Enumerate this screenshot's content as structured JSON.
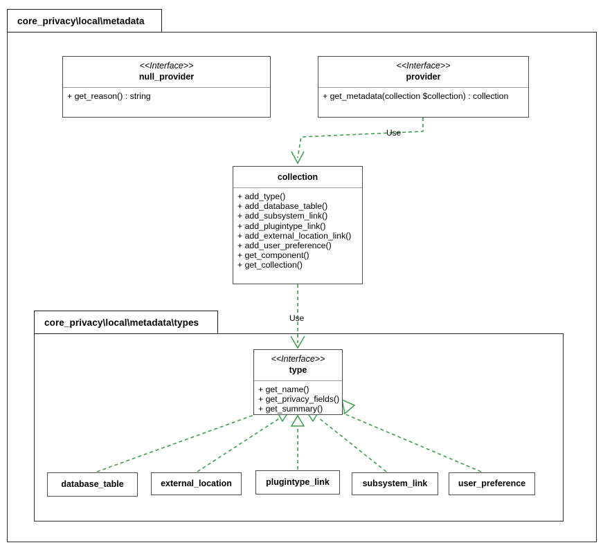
{
  "diagram": {
    "type": "uml-class-diagram",
    "title": "core_privacy\\local\\metadata",
    "stroke_color": "#4a4a4a",
    "relation_color": "#36a04a"
  },
  "packages": [
    {
      "id": "outer",
      "label": "core_privacy\\local\\metadata"
    },
    {
      "id": "types",
      "label": "core_privacy\\local\\metadata\\types"
    }
  ],
  "classes": {
    "null_provider": {
      "stereotype": "<<Interface>>",
      "name": "null_provider",
      "members": [
        "+ get_reason() : string"
      ]
    },
    "provider": {
      "stereotype": "<<Interface>>",
      "name": "provider",
      "members": [
        "+ get_metadata(collection $collection) : collection"
      ]
    },
    "collection": {
      "stereotype": "",
      "name": "collection",
      "members": [
        "+ add_type()",
        "+ add_database_table()",
        "+ add_subsystem_link()",
        "+ add_plugintype_link()",
        "+ add_external_location_link()",
        "+ add_user_preference()",
        "+ get_component()",
        "+ get_collection()"
      ]
    },
    "type": {
      "stereotype": "<<Interface>>",
      "name": "type",
      "members": [
        "+ get_name()",
        "+ get_privacy_fields()",
        "+ get_summary()"
      ]
    },
    "database_table": {
      "name": "database_table"
    },
    "external_location": {
      "name": "external_location"
    },
    "plugintype_link": {
      "name": "plugintype_link"
    },
    "subsystem_link": {
      "name": "subsystem_link"
    },
    "user_preference": {
      "name": "user_preference"
    }
  },
  "relations": [
    {
      "id": "use1",
      "kind": "dependency",
      "label": "Use",
      "from": "provider",
      "to": "collection"
    },
    {
      "id": "use2",
      "kind": "dependency",
      "label": "Use",
      "from": "collection",
      "to": "type"
    },
    {
      "id": "impl1",
      "kind": "realization",
      "label": "",
      "from": "database_table",
      "to": "type"
    },
    {
      "id": "impl2",
      "kind": "realization",
      "label": "",
      "from": "external_location",
      "to": "type"
    },
    {
      "id": "impl3",
      "kind": "realization",
      "label": "",
      "from": "plugintype_link",
      "to": "type"
    },
    {
      "id": "impl4",
      "kind": "realization",
      "label": "",
      "from": "subsystem_link",
      "to": "type"
    },
    {
      "id": "impl5",
      "kind": "realization",
      "label": "",
      "from": "user_preference",
      "to": "type"
    }
  ]
}
